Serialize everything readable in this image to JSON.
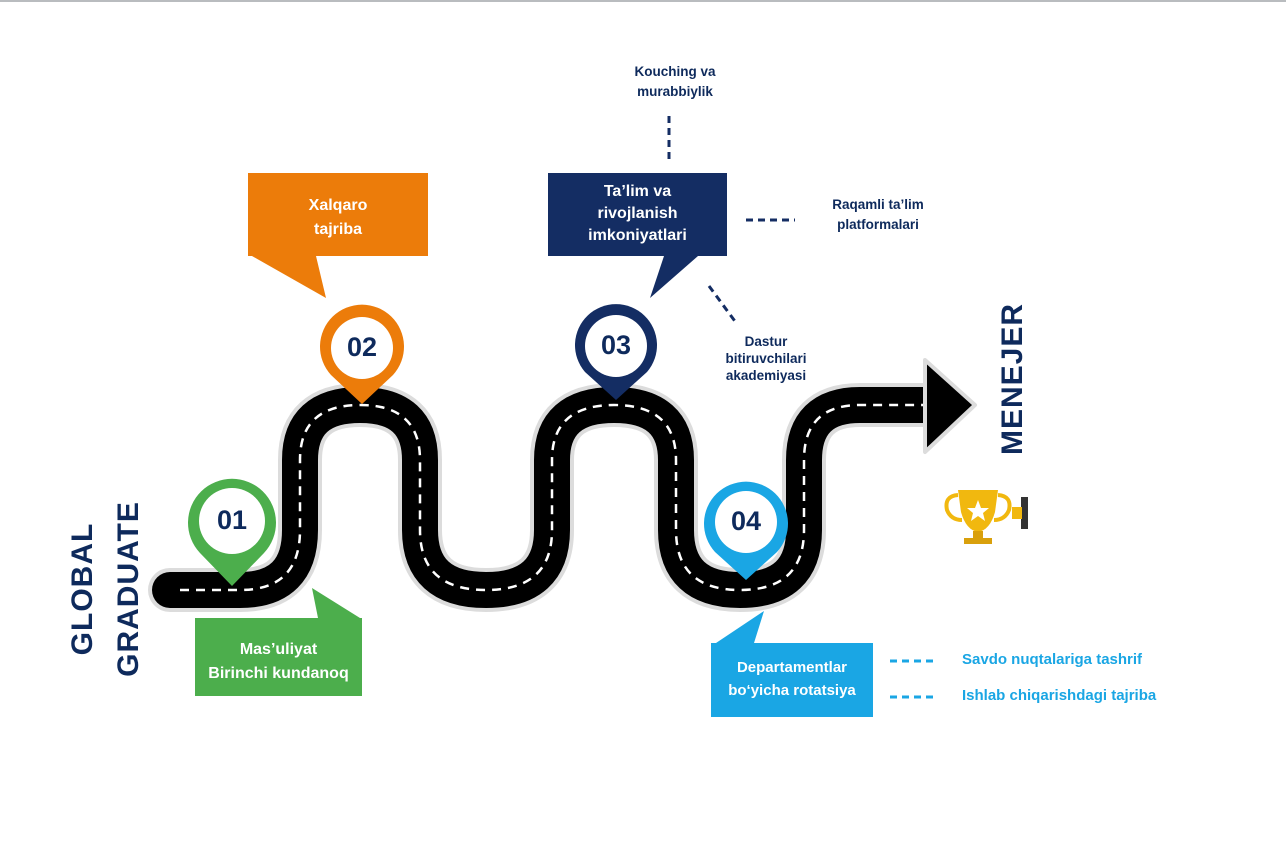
{
  "start_label": [
    "GLOBAL",
    "GRADUATE"
  ],
  "end_label": "MENEJER",
  "steps": [
    {
      "number": "01",
      "color": "#4cae4c",
      "box_lines": [
        "Mas’uliyat",
        "Birinchi kundanoq"
      ]
    },
    {
      "number": "02",
      "color": "#ec7c0a",
      "box_lines": [
        "Xalqaro",
        "tajriba"
      ]
    },
    {
      "number": "03",
      "color": "#142d63",
      "box_lines": [
        "Ta’lim va",
        "rivojlanish",
        "imkoniyatlari"
      ]
    },
    {
      "number": "04",
      "color": "#1aa6e4",
      "box_lines": [
        "Departamentlar",
        "bo‘yicha rotatsiya"
      ]
    }
  ],
  "step3_notes": {
    "top": [
      "Kouching va",
      "murabbiylik"
    ],
    "right": [
      "Raqamli ta’lim",
      "platformalari"
    ],
    "bottom": [
      "Dastur",
      "bitiruvchilari",
      "akademiyasi"
    ]
  },
  "step4_notes": [
    "Savdo nuqtalariga tashrif",
    "Ishlab chiqarishdagi tajriba"
  ],
  "trophy_icon": "trophy-icon",
  "colors": {
    "navy": "#0e2a5c",
    "road": "#000000"
  }
}
